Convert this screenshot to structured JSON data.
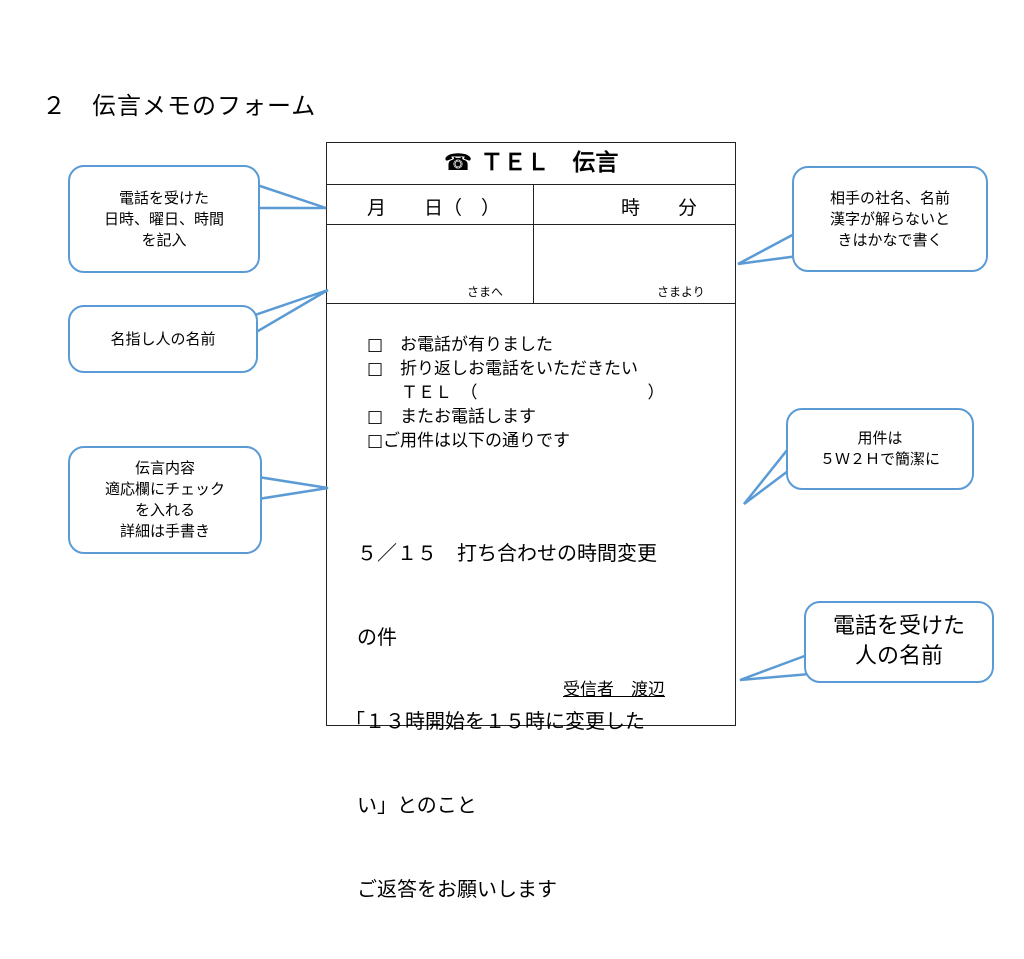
{
  "heading": "２　伝言メモのフォーム",
  "form": {
    "title": "☎ ＴＥＬ　伝言",
    "date_left": "月　　日（　）",
    "date_right": "時　　分",
    "to_label": "さまへ",
    "from_label": "さまより",
    "checklist": [
      "□　お電話が有りました",
      "□　折り返しお電話をいただきたい",
      "　　ＴＥＬ　（　　　　　　　　　　）",
      "□　またお電話します",
      "□ご用件は以下の通りです"
    ],
    "details": [
      "５／１５　打ち合わせの時間変更",
      "の件",
      "「１３時開始を１５時に変更した",
      "い」とのこと",
      "ご返答をお願いします"
    ],
    "receiver": "受信者　渡辺"
  },
  "callouts": {
    "datetime": "電話を受けた\n日時、曜日、時間\nを記入",
    "addressee": "名指し人の名前",
    "content": "伝言内容\n適応欄にチェック\nを入れる\n詳細は手書き",
    "caller": "相手の社名、名前\n漢字が解らないと\nきはかなで書く",
    "summary": "用件は\n５Ｗ２Ｈで簡潔に",
    "receiver": "電話を受けた\n人の名前"
  },
  "colors": {
    "callout_border": "#5b9bd5"
  }
}
